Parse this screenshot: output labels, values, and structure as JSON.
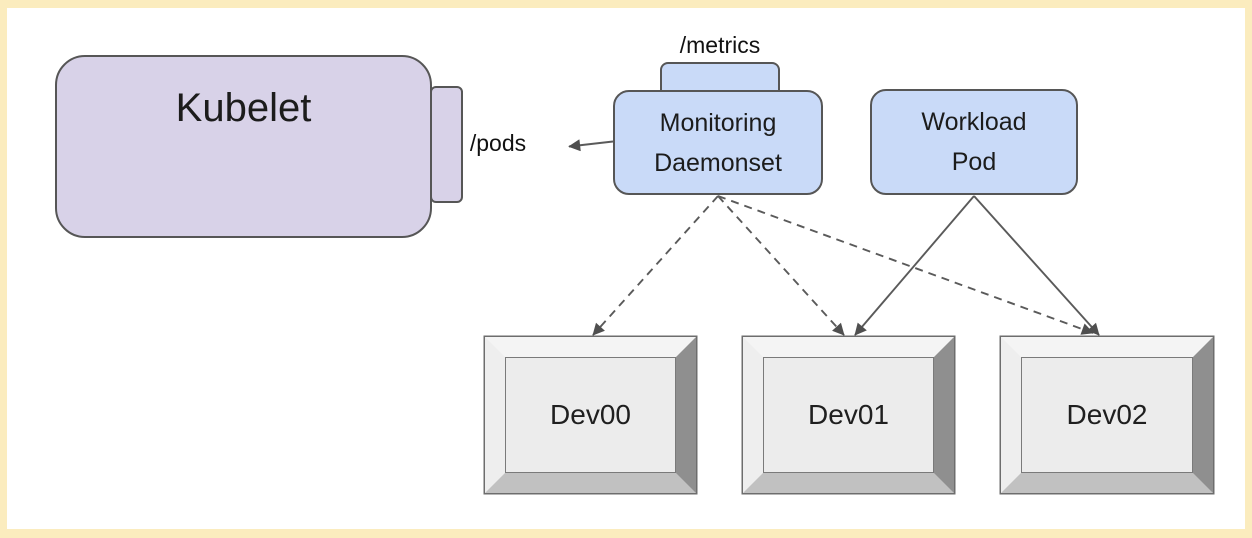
{
  "diagram": {
    "nodes": {
      "kubelet": {
        "label": "Kubelet",
        "port_label": "/pods",
        "fill": "#d8d2e8"
      },
      "monitoring_daemonset": {
        "label_line1": "Monitoring",
        "label_line2": "Daemonset",
        "port_label": "/metrics",
        "fill": "#c9daf8"
      },
      "workload_pod": {
        "label_line1": "Workload",
        "label_line2": "Pod",
        "fill": "#c9daf8"
      },
      "devices": [
        {
          "label": "Dev00"
        },
        {
          "label": "Dev01"
        },
        {
          "label": "Dev02"
        }
      ]
    },
    "edges": [
      {
        "from": "monitoring-daemonset",
        "to": "kubelet-pods-endpoint",
        "style": "solid",
        "arrow": "left"
      },
      {
        "from": "monitoring-daemonset",
        "to": "dev00",
        "style": "dashed",
        "arrow": "end"
      },
      {
        "from": "monitoring-daemonset",
        "to": "dev01",
        "style": "dashed",
        "arrow": "end"
      },
      {
        "from": "monitoring-daemonset",
        "to": "dev02",
        "style": "dashed",
        "arrow": "end"
      },
      {
        "from": "workload-pod",
        "to": "dev01",
        "style": "solid",
        "arrow": "end"
      },
      {
        "from": "workload-pod",
        "to": "dev02",
        "style": "solid",
        "arrow": "end"
      }
    ],
    "colors": {
      "frame_border": "#fbecbe",
      "node_border": "#565656",
      "purple_fill": "#d8d2e8",
      "blue_fill": "#c9daf8",
      "arrow": "#5a5a5a",
      "device_face": "#ececec"
    }
  }
}
